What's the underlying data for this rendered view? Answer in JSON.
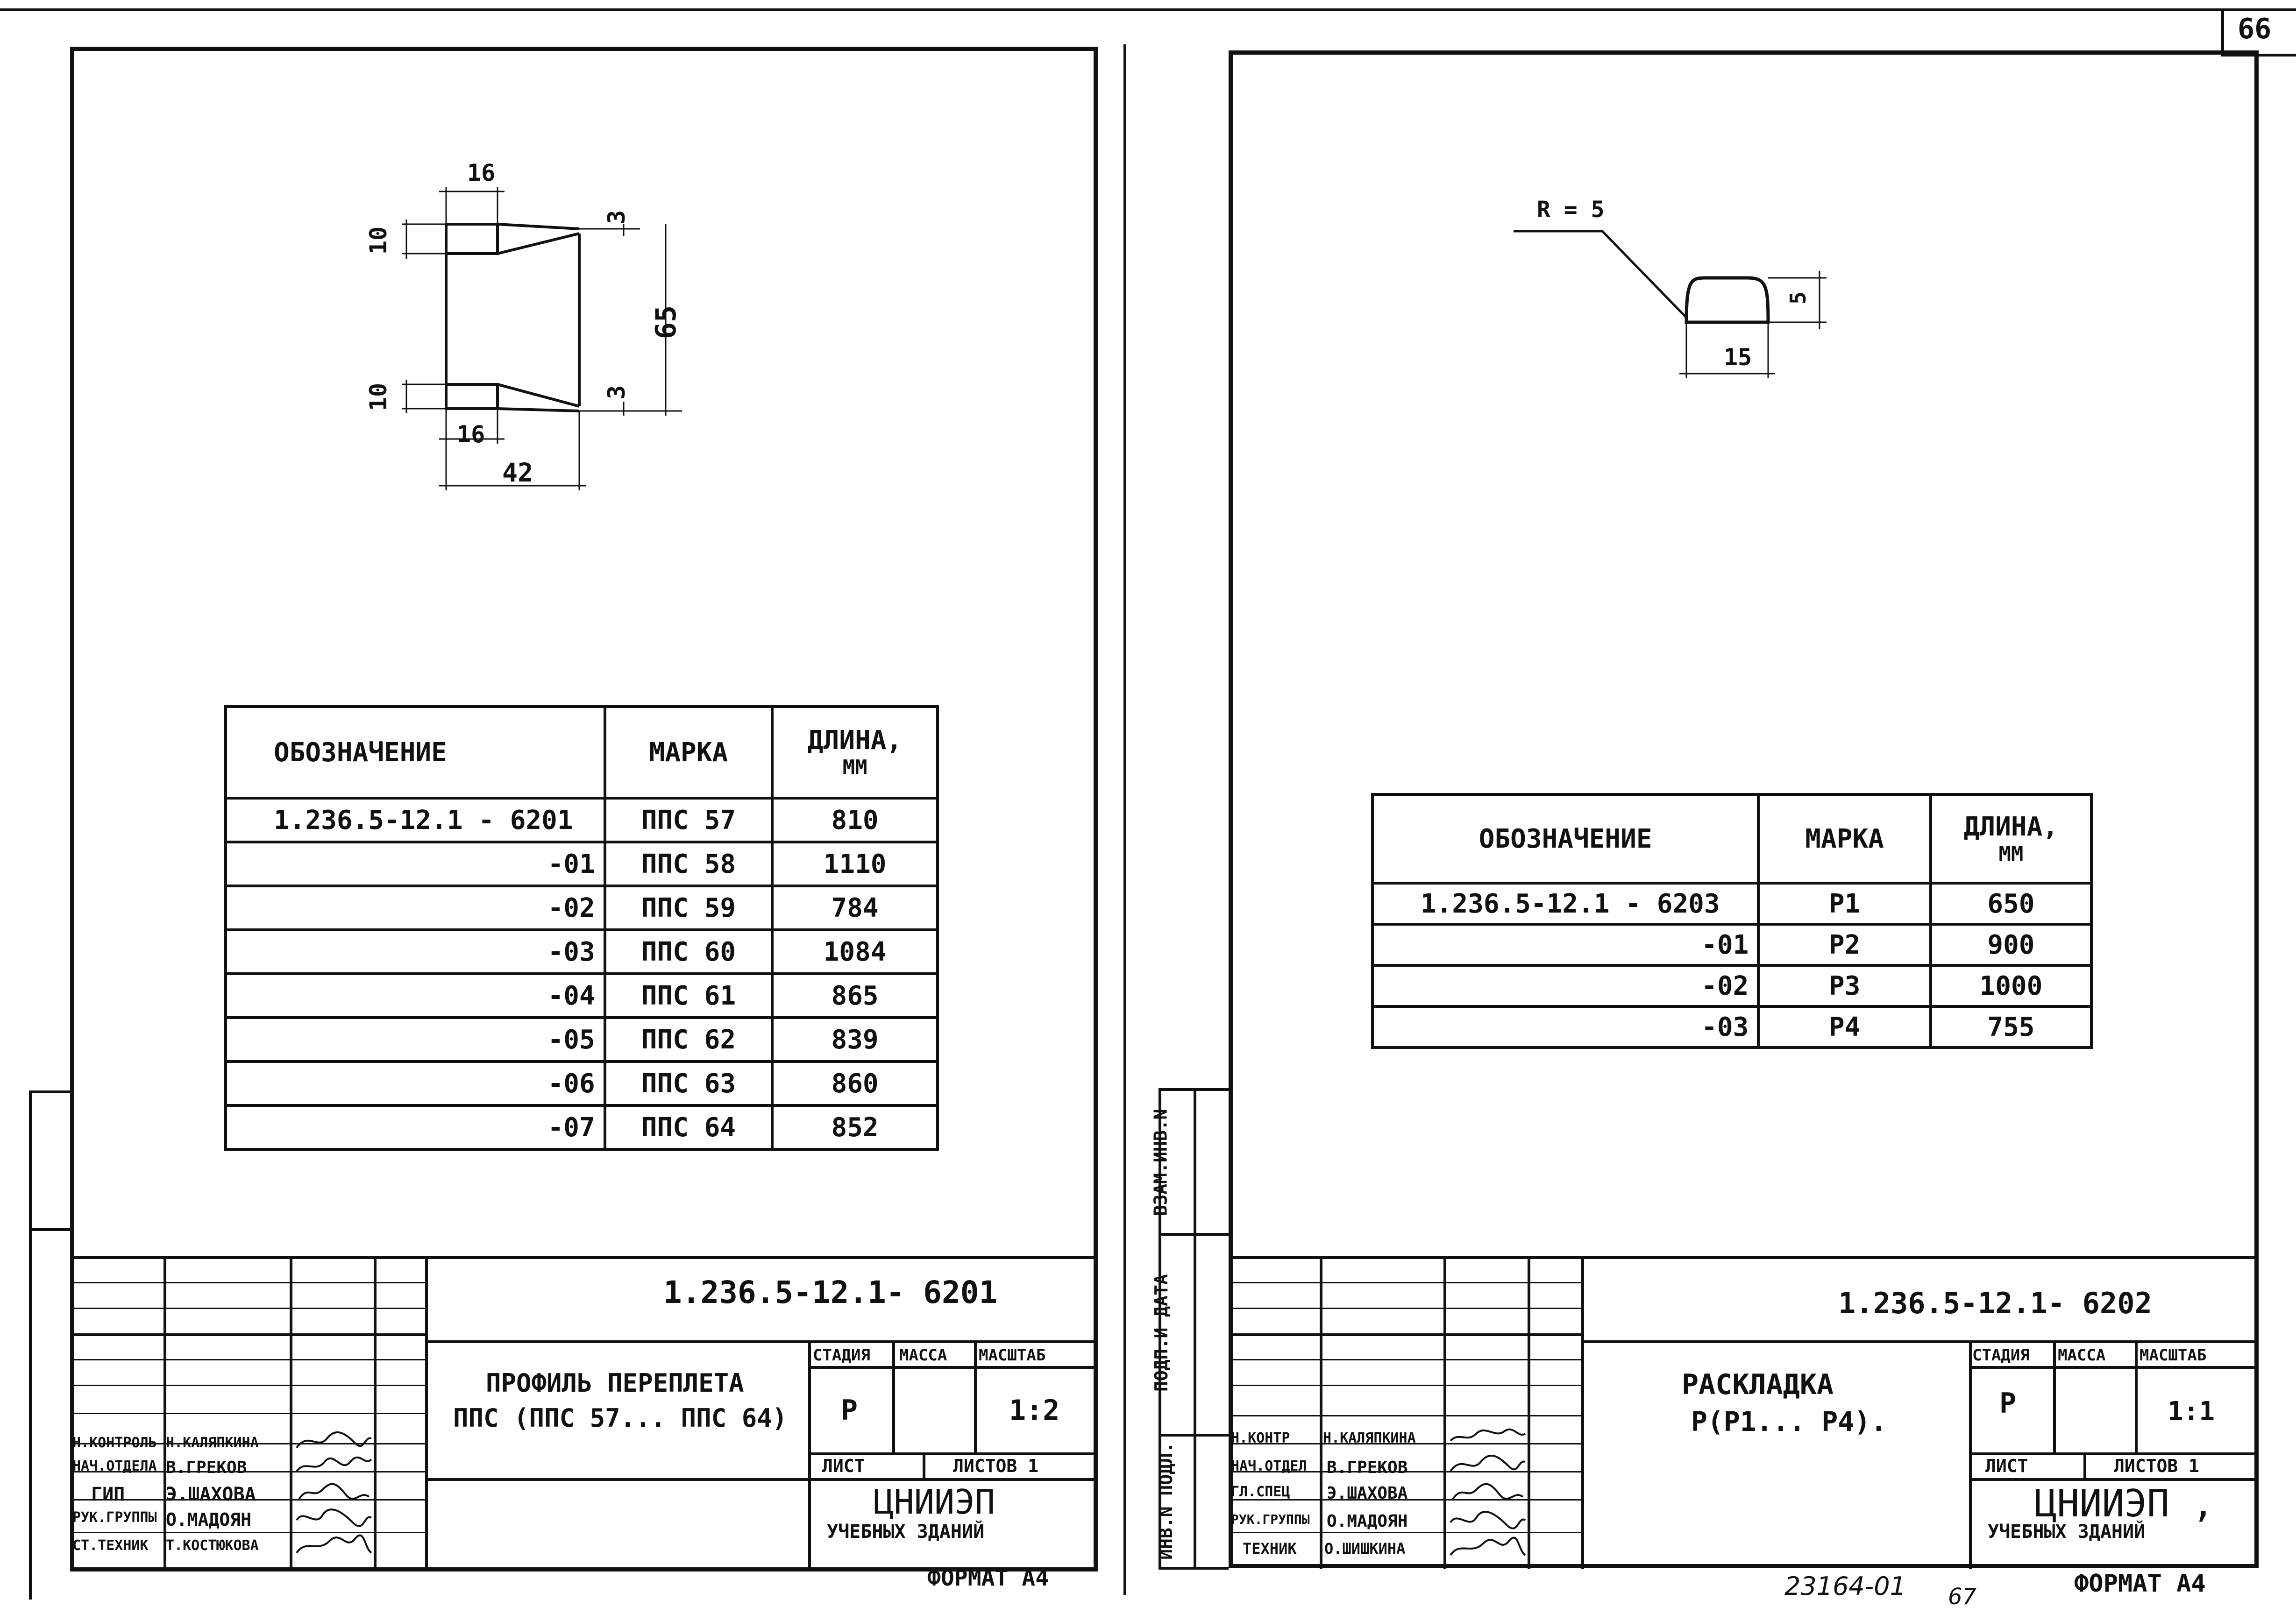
{
  "page_number": "66",
  "left_sheet": {
    "drawing": {
      "dims": {
        "top_flange": "16",
        "top_thick": "10",
        "top_taper": "3",
        "height": "65",
        "bot_thick": "10",
        "bot_taper": "3",
        "bot_flange": "16",
        "width": "42"
      }
    },
    "table": {
      "headers": {
        "designation": "ОБОЗНАЧЕНИЕ",
        "mark": "МАРКА",
        "length": "ДЛИНА,",
        "length_unit": "ММ"
      },
      "rows": [
        {
          "designation": "1.236.5-12.1 - 6201",
          "mark": "ППС 57",
          "length": "810"
        },
        {
          "designation": "-01",
          "mark": "ППС 58",
          "length": "1110"
        },
        {
          "designation": "-02",
          "mark": "ППС 59",
          "length": "784"
        },
        {
          "designation": "-03",
          "mark": "ППС 60",
          "length": "1084"
        },
        {
          "designation": "-04",
          "mark": "ППС 61",
          "length": "865"
        },
        {
          "designation": "-05",
          "mark": "ППС 62",
          "length": "839"
        },
        {
          "designation": "-06",
          "mark": "ППС 63",
          "length": "860"
        },
        {
          "designation": "-07",
          "mark": "ППС 64",
          "length": "852"
        }
      ]
    },
    "title_block": {
      "code": "1.236.5-12.1- 6201",
      "title_line1": "ПРОФИЛЬ ПЕРЕПЛЕТА",
      "title_line2": "ППС (ППС 57... ППС 64)",
      "stage_label": "СТАДИЯ",
      "mass_label": "МАССА",
      "scale_label": "МАСШТАБ",
      "stage": "Р",
      "scale": "1:2",
      "sheet_label": "ЛИСТ",
      "sheets_label": "ЛИСТОВ 1",
      "org_line1": "ЦНИИЭП",
      "org_line2": "УЧЕБНЫХ ЗДАНИЙ",
      "staff": [
        {
          "role": "Н.КОНТРОЛЬ",
          "name": "Н.КАЛЯПКИНА"
        },
        {
          "role": "НАЧ.ОТДЕЛА",
          "name": "В.ГРЕКОВ"
        },
        {
          "role": "ГИП",
          "name": "Э.ШАХОВА"
        },
        {
          "role": "РУК.ГРУППЫ",
          "name": "О.МАДОЯН"
        },
        {
          "role": "СТ.ТЕХНИК",
          "name": "Т.КОСТЮКОВА"
        }
      ]
    },
    "format": "ФОРМАТ А4"
  },
  "right_sheet": {
    "drawing": {
      "radius": "R = 5",
      "height": "5",
      "width": "15"
    },
    "table": {
      "headers": {
        "designation": "ОБОЗНАЧЕНИЕ",
        "mark": "МАРКА",
        "length": "ДЛИНА,",
        "length_unit": "ММ"
      },
      "rows": [
        {
          "designation": "1.236.5-12.1 - 6203",
          "mark": "Р1",
          "length": "650"
        },
        {
          "designation": "-01",
          "mark": "Р2",
          "length": "900"
        },
        {
          "designation": "-02",
          "mark": "Р3",
          "length": "1000"
        },
        {
          "designation": "-03",
          "mark": "Р4",
          "length": "755"
        }
      ]
    },
    "side_labels": {
      "l1": "ВЗАМ.ИНВ.N",
      "l2": "ПОДП.И ДАТА",
      "l3": "ИНВ.N ПОДЛ."
    },
    "title_block": {
      "code": "1.236.5-12.1- 6202",
      "title_line1": "РАСКЛАДКА",
      "title_line2": "Р(Р1... Р4).",
      "stage_label": "СТАДИЯ",
      "mass_label": "МАССА",
      "scale_label": "МАСШТАБ",
      "stage": "Р",
      "scale": "1:1",
      "sheet_label": "ЛИСТ",
      "sheets_label": "ЛИСТОВ 1",
      "org_line1": "ЦНИИЭП ,",
      "org_line2": "УЧЕБНЫХ ЗДАНИЙ",
      "staff": [
        {
          "role": "Н.КОНТР",
          "name": "Н.КАЛЯПКИНА"
        },
        {
          "role": "НАЧ.ОТДЕЛ",
          "name": "В.ГРЕКОВ"
        },
        {
          "role": "ГЛ.СПЕЦ",
          "name": "Э.ШАХОВА"
        },
        {
          "role": "РУК.ГРУППЫ",
          "name": "О.МАДОЯН"
        },
        {
          "role": "ТЕХНИК",
          "name": "О.ШИШКИНА"
        }
      ]
    },
    "footer_number": "23164-01",
    "footer_sheet": "67",
    "format": "ФОРМАТ А4"
  }
}
